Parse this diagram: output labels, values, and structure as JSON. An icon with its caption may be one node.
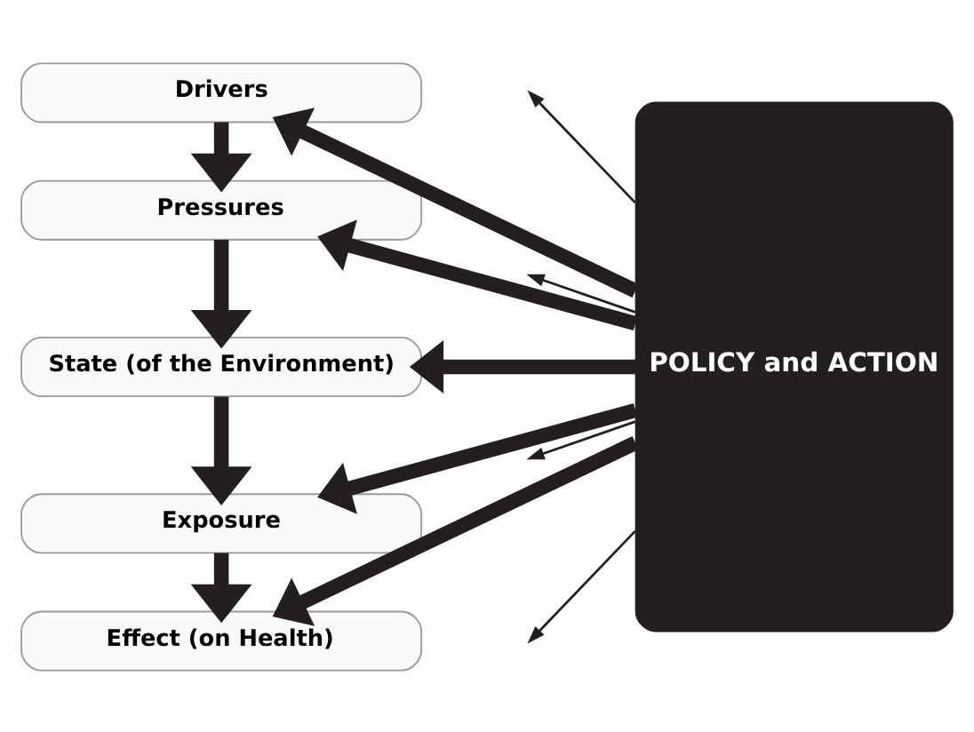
{
  "diagram": {
    "nodes": [
      {
        "text": [
          "Drivers"
        ]
      },
      {
        "text": [
          "Pressures"
        ]
      },
      {
        "text": [
          "State (of the Environment)"
        ]
      },
      {
        "text": [
          "Exposure"
        ]
      },
      {
        "text": [
          "Effect (on Health)"
        ]
      },
      {
        "text": [
          "POLICY and ACTION"
        ]
      }
    ],
    "edges": [
      {
        "from": 0,
        "to": 1,
        "arrow": "to"
      },
      {
        "from": 1,
        "to": 2,
        "arrow": "to"
      },
      {
        "from": 2,
        "to": 3,
        "arrow": "to"
      },
      {
        "from": 3,
        "to": 4,
        "arrow": "to"
      },
      {
        "from": 5,
        "to": 0,
        "arrow": "to"
      },
      {
        "from": 5,
        "to": null,
        "arrow": "to"
      },
      {
        "from": 5,
        "to": 1,
        "arrow": "to"
      },
      {
        "from": 5,
        "to": null,
        "arrow": "to"
      },
      {
        "from": 5,
        "to": 2,
        "arrow": "to"
      },
      {
        "from": 5,
        "to": null,
        "arrow": "to"
      },
      {
        "from": 5,
        "to": 3,
        "arrow": "to"
      },
      {
        "from": 5,
        "to": null,
        "arrow": "to"
      },
      {
        "from": 5,
        "to": 4,
        "arrow": "to"
      }
    ]
  }
}
